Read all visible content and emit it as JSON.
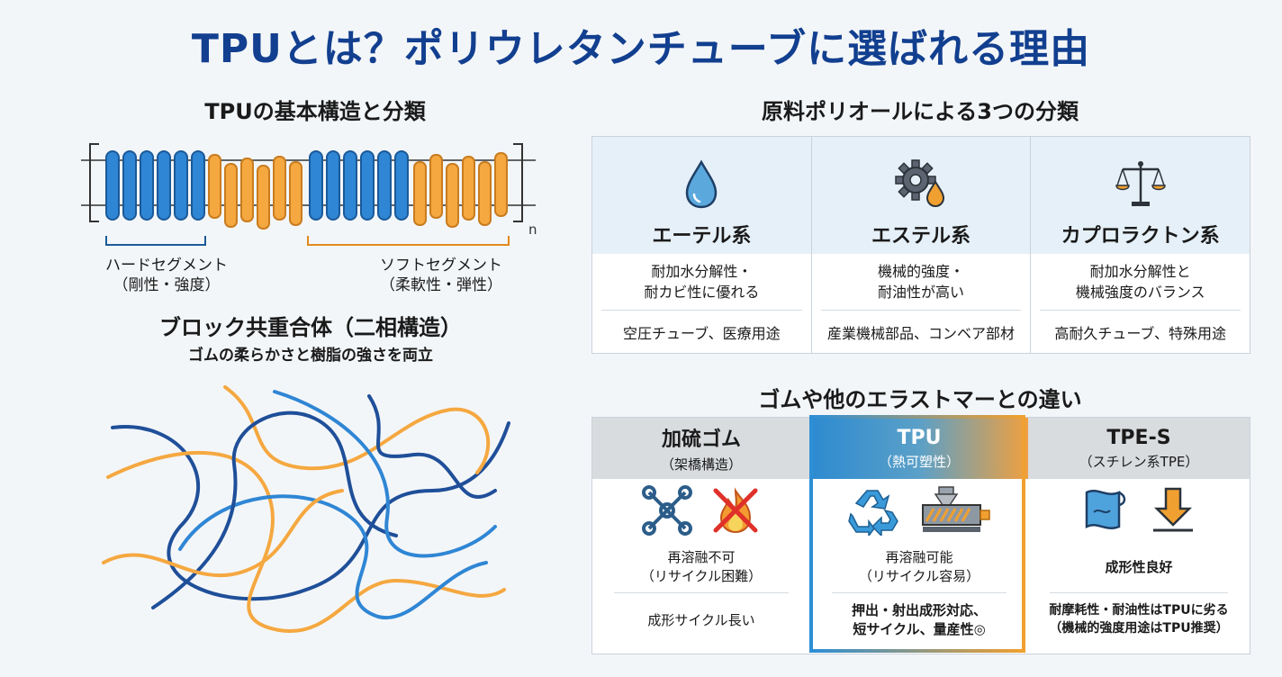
{
  "title": "TPUとは？ポリウレタンチューブに選ばれる理由",
  "colors": {
    "hard": "#2f86d4",
    "soft": "#f5a840",
    "title": "#123f8f",
    "accent_blue": "#2e8fd6",
    "accent_orange": "#f0a030"
  },
  "left": {
    "heading": "TPUの基本構造と分類",
    "repeat_n": "n",
    "hard_label": "ハードセグメント\n（剛性・強度）",
    "soft_label": "ソフトセグメント\n（柔軟性・弾性）",
    "block_title": "ブロック共重合体（二相構造）",
    "block_sub": "ゴムの柔らかさと樹脂の強さを両立"
  },
  "polyol": {
    "heading": "原料ポリオールによる3つの分類",
    "columns": [
      {
        "icon": "water-drop-icon",
        "name": "エーテル系",
        "props": "耐加水分解性・\n耐カビ性に優れる",
        "use": "空圧チューブ、医療用途"
      },
      {
        "icon": "gear-drop-icon",
        "name": "エステル系",
        "props": "機械的強度・\n耐油性が高い",
        "use": "産業機械部品、コンベア部材"
      },
      {
        "icon": "balance-scale-icon",
        "name": "カプロラクトン系",
        "props": "耐加水分解性と\n機械強度のバランス",
        "use": "高耐久チューブ、特殊用途"
      }
    ]
  },
  "compare": {
    "heading": "ゴムや他のエラストマーとの違い",
    "columns": [
      {
        "name": "加硫ゴム",
        "sub": "（架橋構造）",
        "icons": [
          "crosslink-icon",
          "no-fire-icon"
        ],
        "text1": "再溶融不可\n（リサイクル困難）",
        "text2": "成形サイクル長い"
      },
      {
        "name": "TPU",
        "sub": "（熱可塑性）",
        "icons": [
          "recycle-icon",
          "extruder-icon"
        ],
        "text1": "再溶融可能\n（リサイクル容易）",
        "text2": "押出・射出成形対応、\n短サイクル、量産性◎"
      },
      {
        "name": "TPE-S",
        "sub": "（スチレン系TPE）",
        "icons": [
          "sheet-icon",
          "down-arrow-icon"
        ],
        "text1": "成形性良好",
        "text2": "耐摩耗性・耐油性はTPUに劣る\n（機械的強度用途はTPU推奨）"
      }
    ]
  }
}
